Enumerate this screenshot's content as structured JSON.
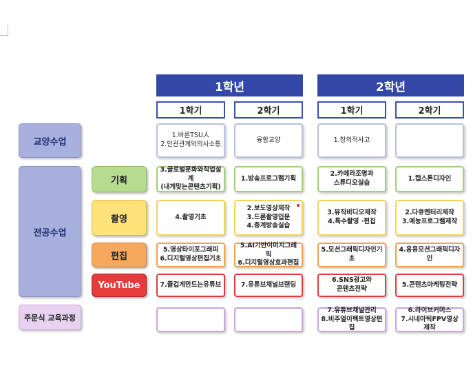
{
  "years": [
    "1학년",
    "2학년"
  ],
  "semesters": [
    "1학기",
    "2학기",
    "1학기",
    "2학기"
  ],
  "left_categories": {
    "general": "교양수업",
    "major": "전공수업",
    "custom": "주문식 교육과정"
  },
  "subcategories": {
    "planning": "기획",
    "shooting": "촬영",
    "editing": "편집",
    "youtube": "YouTube"
  },
  "cells": {
    "general": [
      "1.바른TSU人\n2.인관관계와의사소통",
      "융합교양",
      "1.창의적사고",
      ""
    ],
    "planning": [
      "3.글로벌문화와직업설계\n(내게맞는콘텐츠기획)",
      "1.방송프로그램기획",
      "2.카메라조명과\n스튜디오실습",
      "1.캡스톤디자인"
    ],
    "shooting": [
      "4.촬영기초",
      "2.보도영상제작\n3.드론촬영입문\n4.중계방송실습",
      "3.뮤직비디오제작\n4.특수촬영 ·편집",
      "2.다큐멘터리제작\n3.예능프로그램제작"
    ],
    "editing": [
      "5.영상타이포그래피\n6.디지털영상편집기초",
      "5.AI기반이미지그래픽\n6.디지털영상효과편집",
      "5.모션그래픽디자인기초",
      "4.응용모션그래픽디자인"
    ],
    "youtube": [
      "7.즐겁게만드는유튜브",
      "7.유튜브채널브랜딩",
      "6.SNS광고와\n콘텐츠전략",
      "5.콘텐츠마케팅전략"
    ],
    "custom": [
      "",
      "",
      "7.유튜브채널관리\n8.비주얼이펙트영상편집",
      "6.라이브커머스\n7.시네마틱FPV영상제작"
    ]
  },
  "colors": {
    "header_blue": "#3347a6",
    "planning_green": "#b7dc90",
    "shooting_yellow": "#ffe27a",
    "editing_orange": "#f5a85e",
    "youtube_red": "#e53b3b",
    "custom_purple": "#e7d2f0"
  }
}
